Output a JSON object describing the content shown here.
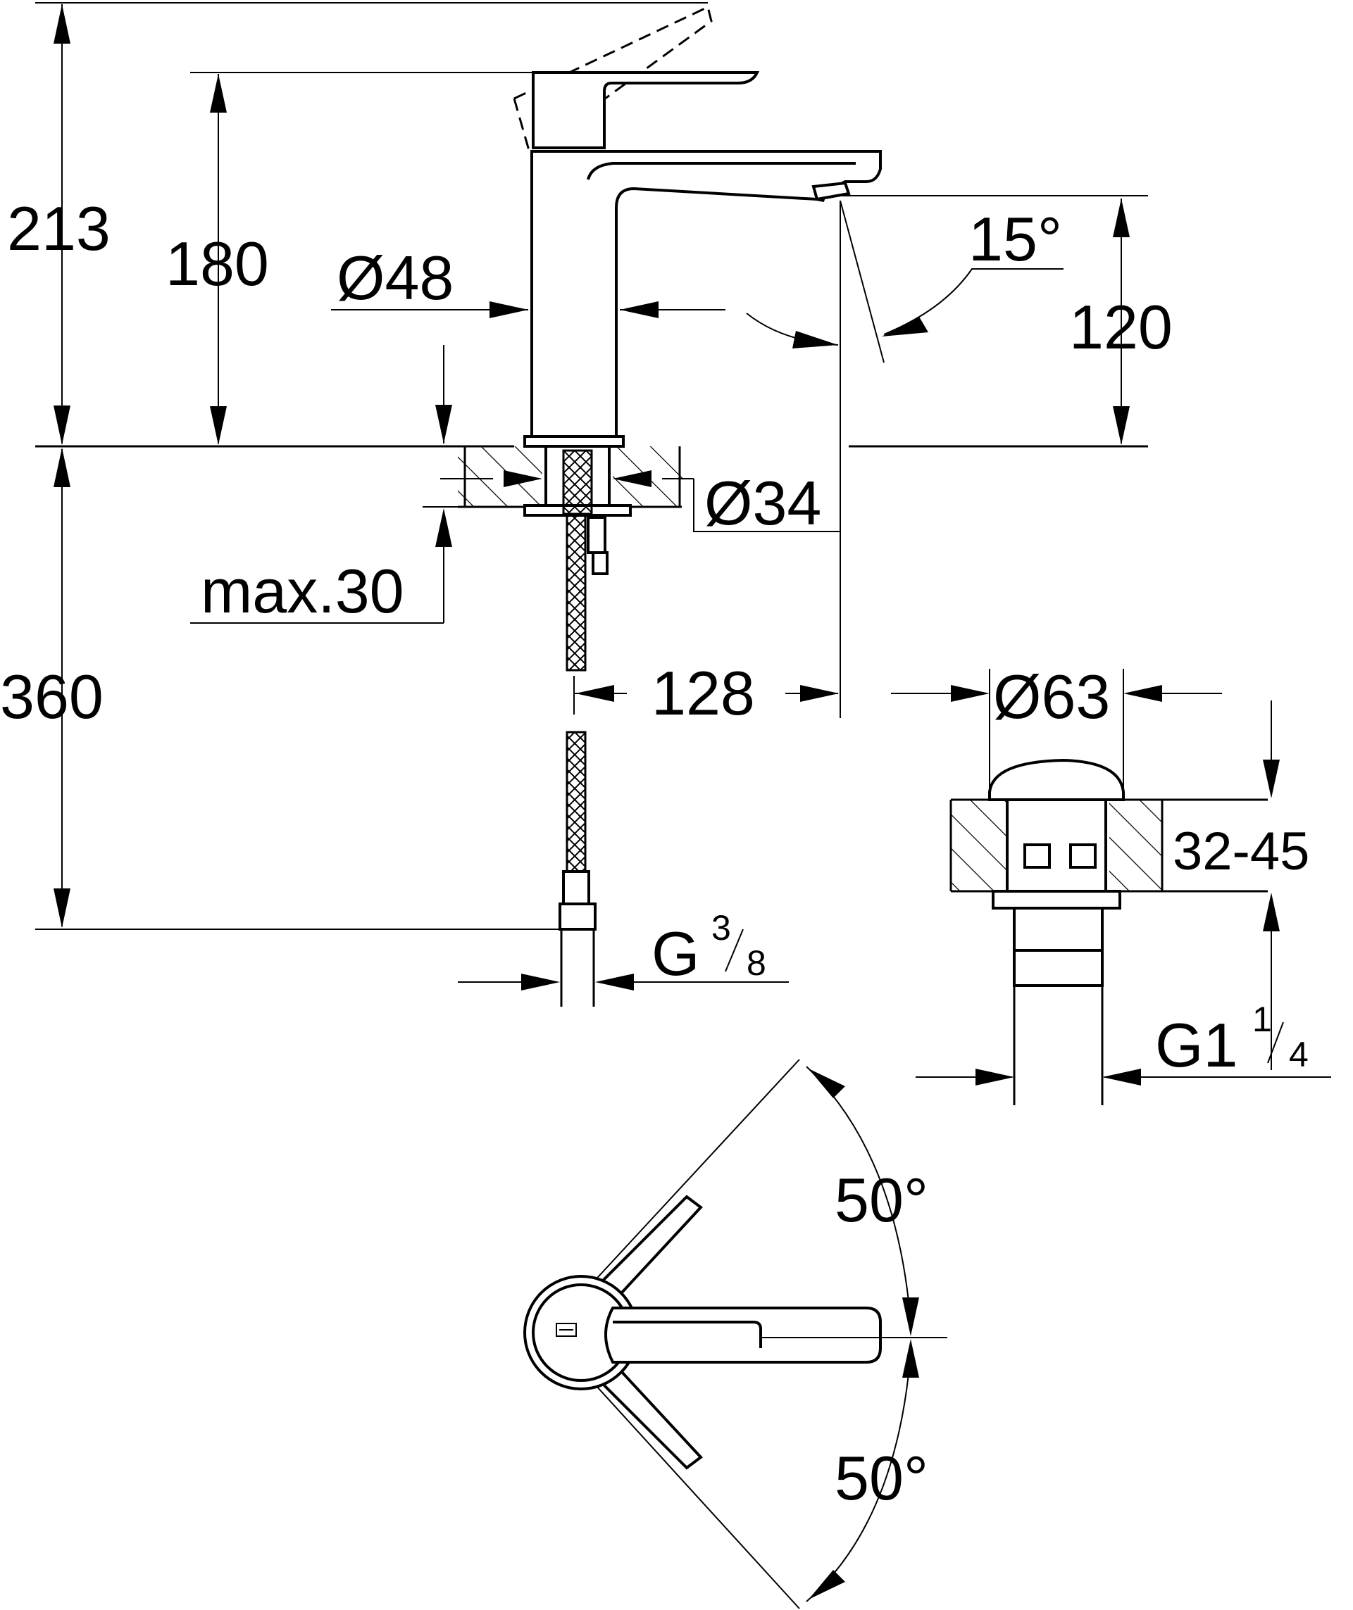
{
  "colors": {
    "line": "#000000",
    "background": "#ffffff"
  },
  "dimensions": {
    "total_height": "213",
    "spout_height": "180",
    "body_diameter": "Ø48",
    "spout_clearance": "120",
    "spout_angle": "15°",
    "hole_diameter": "Ø34",
    "max_thickness": "max.30",
    "hose_length": "360",
    "projection": "128",
    "hose_thread": {
      "main": "G",
      "num": "3",
      "den": "8"
    },
    "waste_diameter": "Ø63",
    "waste_range": "32-45",
    "waste_thread": {
      "main": "G1",
      "num": "1",
      "den": "4"
    },
    "lever_angle_top": "50°",
    "lever_angle_bottom": "50°"
  },
  "icons": [
    "brand-logo-icon"
  ]
}
